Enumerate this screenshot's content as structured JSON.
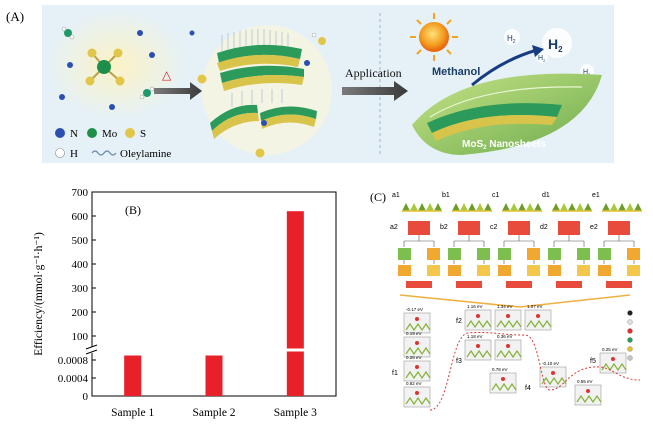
{
  "panel_a": {
    "label": "(A)",
    "legend": {
      "n": "N",
      "mo": "Mo",
      "s": "S",
      "h": "H",
      "oleylamine": "Oleylamine"
    },
    "heat_symbol": "△",
    "arrow_label": "Application",
    "methanol": "Methanol",
    "h2": "H",
    "h2_sub": "2",
    "mos2_prefix": "MoS",
    "mos2_sub": "2",
    "mos2_suffix": " Nanosheets"
  },
  "panel_b": {
    "label": "(B)",
    "chart_data": {
      "type": "bar",
      "ylabel": "Efficiency/(mmol·g⁻¹·h⁻¹)",
      "categories": [
        "Sample 1",
        "Sample 2",
        "Sample 3"
      ],
      "values": [
        0.0009,
        0.0009,
        620
      ],
      "broken_axis": true,
      "lower_ticks": [
        "0",
        "0.0004",
        "0.0008"
      ],
      "upper_ticks": [
        "100",
        "200",
        "300",
        "400",
        "500",
        "600",
        "700"
      ],
      "bar_color": "#e8202a"
    }
  },
  "panel_c": {
    "label": "(C)",
    "row_labels_top": [
      "a1",
      "b1",
      "c1",
      "d1",
      "e1"
    ],
    "row_labels_mid": [
      "a2",
      "b2",
      "c2",
      "d2",
      "e2"
    ],
    "path_labels": [
      "f1",
      "f2",
      "f3",
      "f4",
      "f5"
    ],
    "energies": [
      "-0.17 eV",
      "0.19 eV",
      "0.28 eV",
      "0.82 eV",
      "1.16 eV",
      "1.34 eV",
      "1.07 eV",
      "1.18 eV",
      "0.36 eV",
      "0.78 eV",
      "-0.10 eV",
      "0.55 eV",
      "0.25 eV"
    ]
  }
}
